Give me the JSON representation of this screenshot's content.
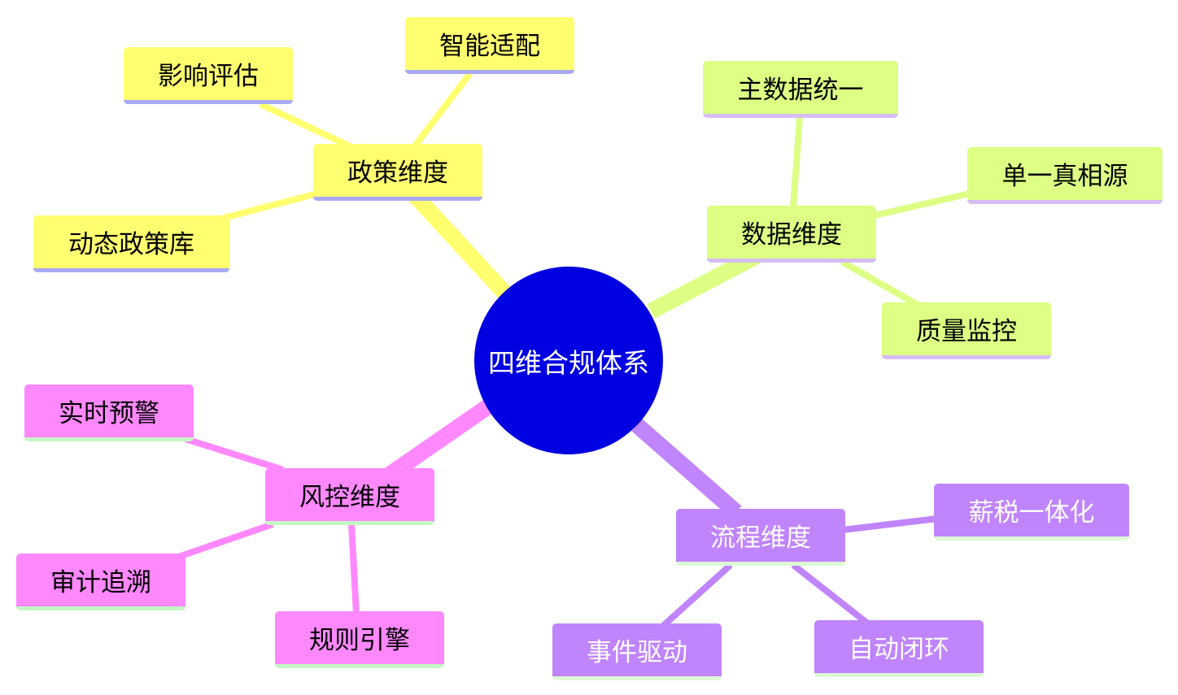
{
  "root": {
    "label": "四维合规体系"
  },
  "branches": {
    "policy": {
      "label": "政策维度",
      "color": "#ffff70",
      "children": [
        "智能适配",
        "影响评估",
        "动态政策库"
      ]
    },
    "data": {
      "label": "数据维度",
      "color": "#dcff84",
      "children": [
        "主数据统一",
        "单一真相源",
        "质量监控"
      ]
    },
    "risk": {
      "label": "风控维度",
      "color": "#ff88ff",
      "children": [
        "实时预警",
        "审计追溯",
        "规则引擎"
      ]
    },
    "process": {
      "label": "流程维度",
      "color": "#c084fc",
      "children": [
        "薪税一体化",
        "事件驱动",
        "自动闭环"
      ]
    }
  }
}
